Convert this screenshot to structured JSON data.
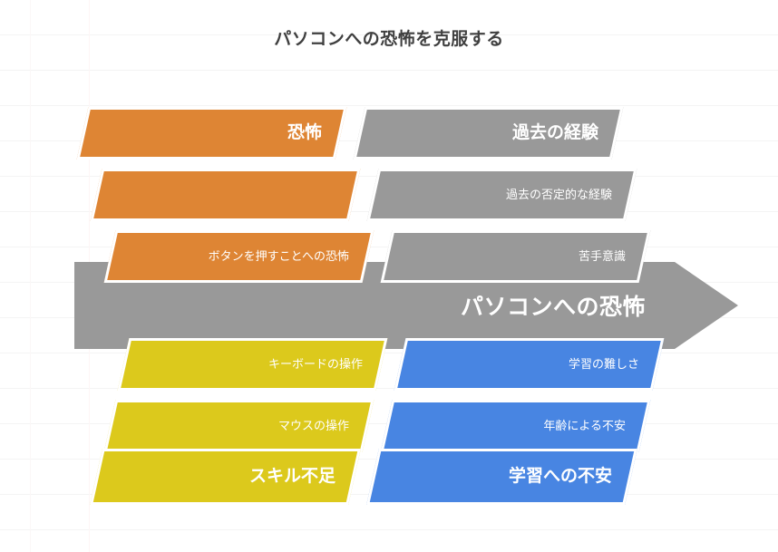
{
  "title": "パソコンへの恐怖を克服する",
  "arrow": {
    "label": "パソコンへの恐怖",
    "color": "#999999",
    "direction": "right"
  },
  "groups": [
    {
      "id": "orange",
      "color": "#de8534",
      "position": "upper-left",
      "chips": [
        {
          "label": "恐怖",
          "emphasis": "bold"
        },
        {
          "label": "",
          "emphasis": "normal"
        },
        {
          "label": "ボタンを押すことへの恐怖",
          "emphasis": "normal"
        }
      ]
    },
    {
      "id": "grey",
      "color": "#999999",
      "position": "upper-right",
      "chips": [
        {
          "label": "過去の経験",
          "emphasis": "bold"
        },
        {
          "label": "過去の否定的な経験",
          "emphasis": "normal"
        },
        {
          "label": "苦手意識",
          "emphasis": "normal"
        }
      ]
    },
    {
      "id": "yellow",
      "color": "#dcc91c",
      "position": "lower-left",
      "chips": [
        {
          "label": "キーボードの操作",
          "emphasis": "normal"
        },
        {
          "label": "マウスの操作",
          "emphasis": "normal"
        },
        {
          "label": "スキル不足",
          "emphasis": "bold"
        }
      ]
    },
    {
      "id": "blue",
      "color": "#4885e2",
      "position": "lower-right",
      "chips": [
        {
          "label": "学習の難しさ",
          "emphasis": "normal"
        },
        {
          "label": "年齢による不安",
          "emphasis": "normal"
        },
        {
          "label": "学習への不安",
          "emphasis": "bold"
        }
      ]
    }
  ],
  "background": {
    "page_color": "#ffffff",
    "rule_color": "#f4f4f4",
    "title_color": "#404040"
  }
}
